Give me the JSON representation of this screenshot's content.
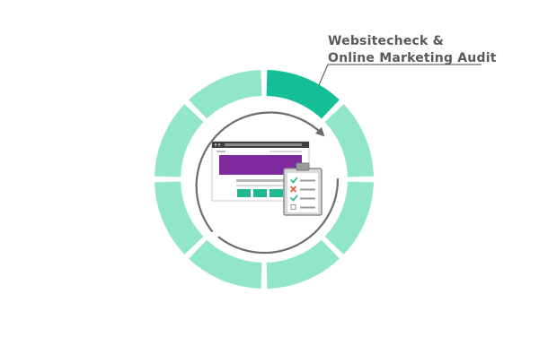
{
  "diagram": {
    "callout": {
      "line1": "Websitecheck &",
      "line2": "Online Marketing Audit"
    },
    "segments": [
      {
        "name": "websitecheck-online-marketing-audit",
        "active": true
      },
      {
        "name": "phase-2",
        "active": false
      },
      {
        "name": "phase-3",
        "active": false
      },
      {
        "name": "phase-4",
        "active": false
      },
      {
        "name": "phase-5",
        "active": false
      },
      {
        "name": "phase-6",
        "active": false
      },
      {
        "name": "phase-7",
        "active": false
      },
      {
        "name": "phase-8",
        "active": false
      }
    ],
    "checklist": [
      "check",
      "cross",
      "check",
      "empty"
    ],
    "colors": {
      "active_segment": "#14bf97",
      "inactive_segment": "#92e6c8",
      "arrow": "#6d6d6d",
      "label_text": "#5a5a5a",
      "browser_banner": "#7d2a9e",
      "browser_buttons": "#20b98f",
      "check": "#20b98f",
      "cross": "#e5533d"
    }
  }
}
